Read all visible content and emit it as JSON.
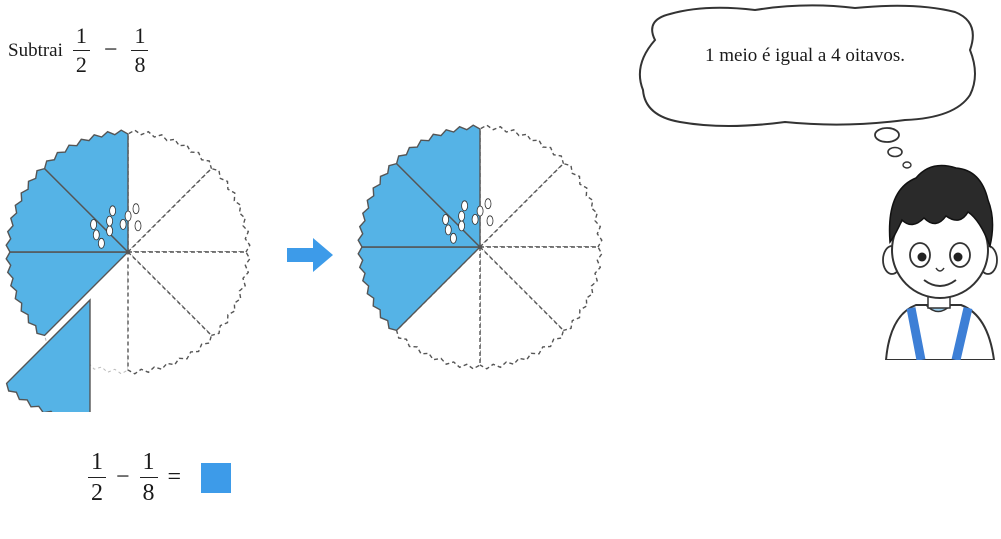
{
  "prompt": {
    "label": "Subtrai",
    "fraction1": {
      "numerator": "1",
      "denominator": "2"
    },
    "operator": "−",
    "fraction2": {
      "numerator": "1",
      "denominator": "8"
    }
  },
  "pizza_left": {
    "total_slices": 8,
    "shaded_slices": 4,
    "slice_removed": 1
  },
  "pizza_right": {
    "total_slices": 8,
    "shaded_slices": 3
  },
  "arrow": {
    "icon": "right-arrow-icon",
    "color": "#3d9be9"
  },
  "speech_bubble": {
    "text": "1 meio é igual a 4 oitavos."
  },
  "equation": {
    "fraction1": {
      "numerator": "1",
      "denominator": "2"
    },
    "operator": "−",
    "fraction2": {
      "numerator": "1",
      "denominator": "8"
    },
    "equals": "="
  },
  "colors": {
    "shade": "#55b3e6",
    "answer_box": "#3d9be9",
    "outline": "#555555"
  }
}
